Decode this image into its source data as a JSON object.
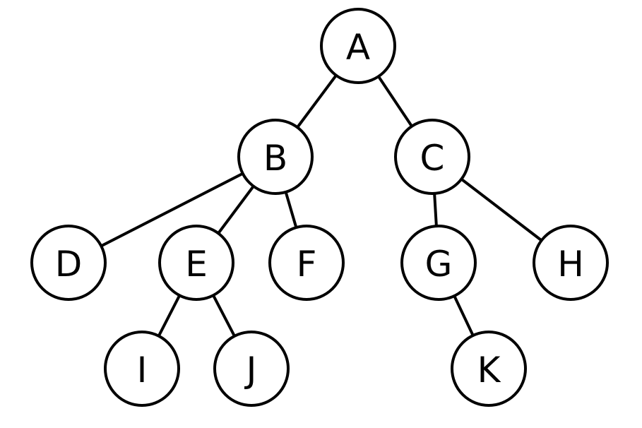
{
  "tree": {
    "nodes": [
      {
        "id": "A",
        "label": "A"
      },
      {
        "id": "B",
        "label": "B"
      },
      {
        "id": "C",
        "label": "C"
      },
      {
        "id": "D",
        "label": "D"
      },
      {
        "id": "E",
        "label": "E"
      },
      {
        "id": "F",
        "label": "F"
      },
      {
        "id": "G",
        "label": "G"
      },
      {
        "id": "H",
        "label": "H"
      },
      {
        "id": "I",
        "label": "I"
      },
      {
        "id": "J",
        "label": "J"
      },
      {
        "id": "K",
        "label": "K"
      }
    ],
    "edges": [
      {
        "from": "A",
        "to": "B"
      },
      {
        "from": "A",
        "to": "C"
      },
      {
        "from": "B",
        "to": "D"
      },
      {
        "from": "B",
        "to": "E"
      },
      {
        "from": "B",
        "to": "F"
      },
      {
        "from": "C",
        "to": "G"
      },
      {
        "from": "C",
        "to": "H"
      },
      {
        "from": "E",
        "to": "I"
      },
      {
        "from": "E",
        "to": "J"
      },
      {
        "from": "G",
        "to": "K"
      }
    ]
  }
}
